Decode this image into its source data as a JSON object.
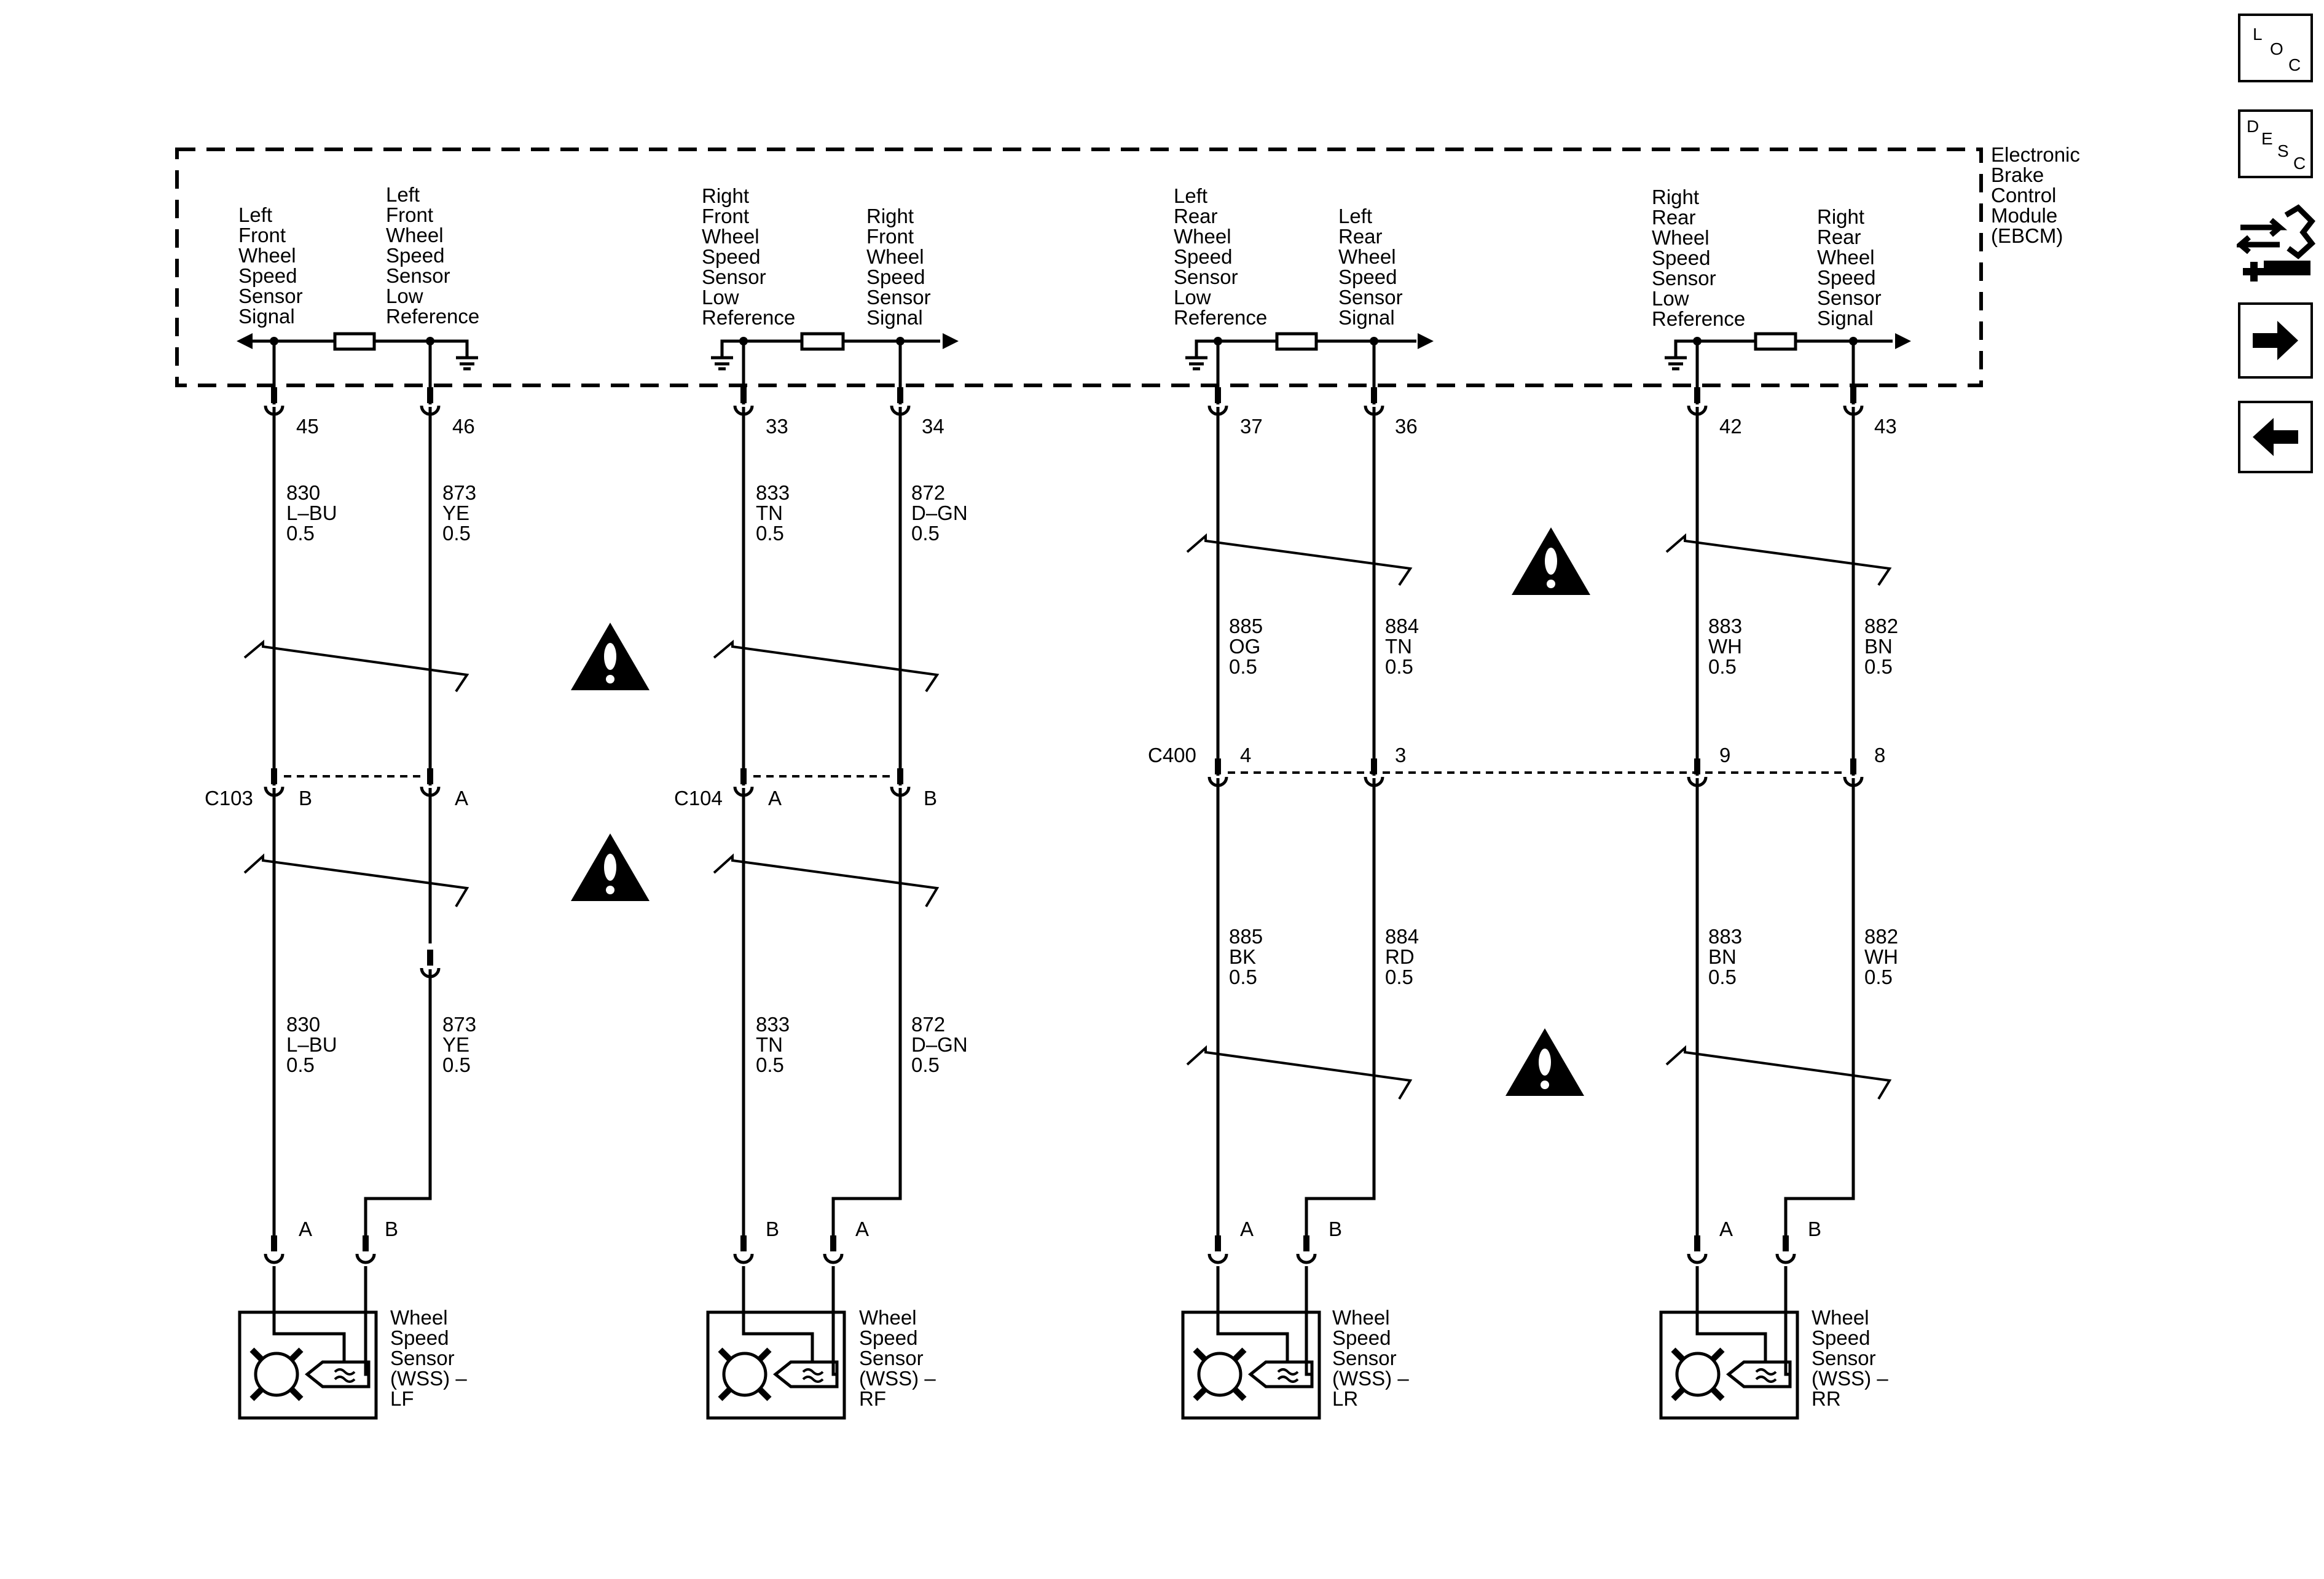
{
  "module": {
    "name": [
      "Electronic",
      "Brake",
      "Control",
      "Module",
      "(EBCM)"
    ],
    "terminals": [
      {
        "lines": [
          "Left",
          "Front",
          "Wheel",
          "Speed",
          "Sensor",
          "Signal"
        ]
      },
      {
        "lines": [
          "Left",
          "Front",
          "Wheel",
          "Speed",
          "Sensor",
          "Low",
          "Reference"
        ]
      },
      {
        "lines": [
          "Right",
          "Front",
          "Wheel",
          "Speed",
          "Sensor",
          "Low",
          "Reference"
        ]
      },
      {
        "lines": [
          "Right",
          "Front",
          "Wheel",
          "Speed",
          "Sensor",
          "Signal"
        ]
      },
      {
        "lines": [
          "Left",
          "Rear",
          "Wheel",
          "Speed",
          "Sensor",
          "Low",
          "Reference"
        ]
      },
      {
        "lines": [
          "Left",
          "Rear",
          "Wheel",
          "Speed",
          "Sensor",
          "Signal"
        ]
      },
      {
        "lines": [
          "Right",
          "Rear",
          "Wheel",
          "Speed",
          "Sensor",
          "Low",
          "Reference"
        ]
      },
      {
        "lines": [
          "Right",
          "Rear",
          "Wheel",
          "Speed",
          "Sensor",
          "Signal"
        ]
      }
    ]
  },
  "pins": [
    "45",
    "46",
    "33",
    "34",
    "37",
    "36",
    "42",
    "43"
  ],
  "wires_upper": [
    {
      "circuit": "830",
      "color": "L–BU",
      "size": "0.5"
    },
    {
      "circuit": "873",
      "color": "YE",
      "size": "0.5"
    },
    {
      "circuit": "833",
      "color": "TN",
      "size": "0.5"
    },
    {
      "circuit": "872",
      "color": "D–GN",
      "size": "0.5"
    },
    {
      "circuit": "885",
      "color": "OG",
      "size": "0.5"
    },
    {
      "circuit": "884",
      "color": "TN",
      "size": "0.5"
    },
    {
      "circuit": "883",
      "color": "WH",
      "size": "0.5"
    },
    {
      "circuit": "882",
      "color": "BN",
      "size": "0.5"
    }
  ],
  "wires_lower": [
    {
      "circuit": "830",
      "color": "L–BU",
      "size": "0.5"
    },
    {
      "circuit": "873",
      "color": "YE",
      "size": "0.5"
    },
    {
      "circuit": "833",
      "color": "TN",
      "size": "0.5"
    },
    {
      "circuit": "872",
      "color": "D–GN",
      "size": "0.5"
    },
    {
      "circuit": "885",
      "color": "BK",
      "size": "0.5"
    },
    {
      "circuit": "884",
      "color": "RD",
      "size": "0.5"
    },
    {
      "circuit": "883",
      "color": "BN",
      "size": "0.5"
    },
    {
      "circuit": "882",
      "color": "WH",
      "size": "0.5"
    }
  ],
  "inline_connectors": [
    {
      "name": "C103",
      "pins": [
        "B",
        "A"
      ]
    },
    {
      "name": "C104",
      "pins": [
        "A",
        "B"
      ]
    },
    {
      "name": "C400",
      "pins": [
        "4",
        "3",
        "9",
        "8"
      ]
    }
  ],
  "sensors": [
    {
      "pins": [
        "A",
        "B"
      ],
      "lines": [
        "Wheel",
        "Speed",
        "Sensor",
        "(WSS) –",
        "LF"
      ]
    },
    {
      "pins": [
        "B",
        "A"
      ],
      "lines": [
        "Wheel",
        "Speed",
        "Sensor",
        "(WSS) –",
        "RF"
      ]
    },
    {
      "pins": [
        "A",
        "B"
      ],
      "lines": [
        "Wheel",
        "Speed",
        "Sensor",
        "(WSS) –",
        "LR"
      ]
    },
    {
      "pins": [
        "A",
        "B"
      ],
      "lines": [
        "Wheel",
        "Speed",
        "Sensor",
        "(WSS) –",
        "RR"
      ]
    }
  ],
  "nav": {
    "loc": [
      "L",
      "O",
      "C"
    ],
    "desc": [
      "D",
      "E",
      "S",
      "C"
    ]
  },
  "icons": [
    "connector-icon",
    "arrow-right-icon",
    "arrow-left-icon",
    "caution-icon"
  ]
}
